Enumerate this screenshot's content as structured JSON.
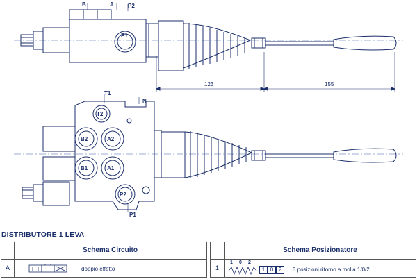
{
  "drawing": {
    "top_view": {
      "port_labels": [
        "B",
        "A",
        "P2",
        "P1"
      ],
      "dimensions": [
        "123",
        "155"
      ]
    },
    "front_view": {
      "port_labels": [
        "T1",
        "N",
        "T2",
        "B2",
        "A2",
        "B1",
        "A1",
        "P2",
        "P1"
      ]
    },
    "colors": {
      "line": "#1b2f6b",
      "centerline": "#3b5ea8",
      "text": "#1b2f6b"
    }
  },
  "section": {
    "title": "DISTRIBUTORE 1 LEVA"
  },
  "tables": {
    "circuit": {
      "header": "Schema Circuito",
      "row_code": "A",
      "description": "doppio effetto"
    },
    "positioner": {
      "header": "Schema Posizionatore",
      "row_code": "1",
      "symbol_labels": [
        "1",
        "0",
        "2"
      ],
      "positions": [
        "1",
        "0",
        "2"
      ],
      "description": "3 posizioni ritorno a molla 1/0/2"
    }
  }
}
